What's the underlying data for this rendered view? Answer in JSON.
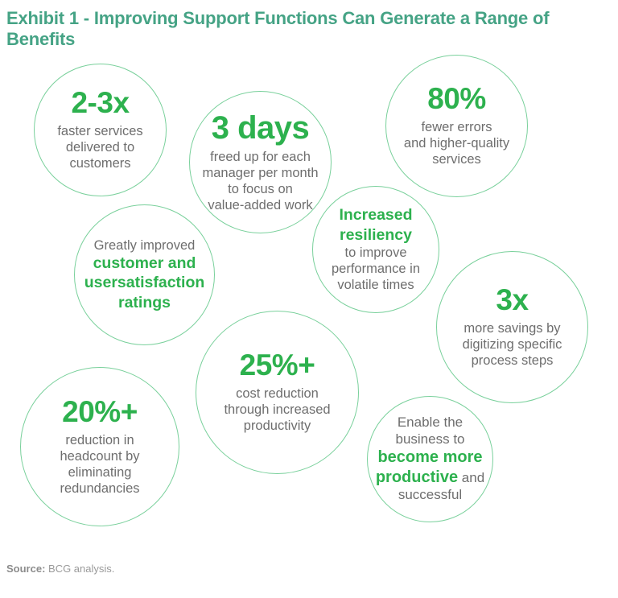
{
  "title": "Exhibit 1 - Improving Support Functions Can Generate a Range of Benefits",
  "colors": {
    "title_teal": "#45A385",
    "accent_green": "#2DB14E",
    "circle_stroke": "#79D09B",
    "body_gray": "#6E6E6E"
  },
  "bubbles": [
    {
      "id": "faster-services",
      "stat": "2-3x",
      "desc": "faster services\ndelivered to\ncustomers"
    },
    {
      "id": "days-freed",
      "stat": "3 days",
      "desc": "freed up for each\nmanager per month\nto focus on\nvalue-added work"
    },
    {
      "id": "fewer-errors",
      "stat": "80%",
      "desc": "fewer errors\nand higher-quality\nservices"
    },
    {
      "id": "satisfaction-ratings",
      "lead": "Greatly improved",
      "highlight": "customer and\nusersatisfaction\nratings"
    },
    {
      "id": "increased-resiliency",
      "highlight": "Increased\nresiliency",
      "desc": "to improve\nperformance in\nvolatile times"
    },
    {
      "id": "more-savings",
      "stat": "3x",
      "desc": "more savings by\ndigitizing specific\nprocess steps"
    },
    {
      "id": "cost-reduction",
      "stat": "25%+",
      "desc": "cost reduction\nthrough increased\nproductivity"
    },
    {
      "id": "headcount-reduction",
      "stat": "20%+",
      "desc": "reduction in\nheadcount by\neliminating\nredundancies"
    },
    {
      "id": "more-productive",
      "pre": "Enable the\nbusiness to\n",
      "highlight": "become more\nproductive",
      "post": " and\nsuccessful"
    }
  ],
  "source": {
    "label": "Source:",
    "text": " BCG analysis."
  }
}
